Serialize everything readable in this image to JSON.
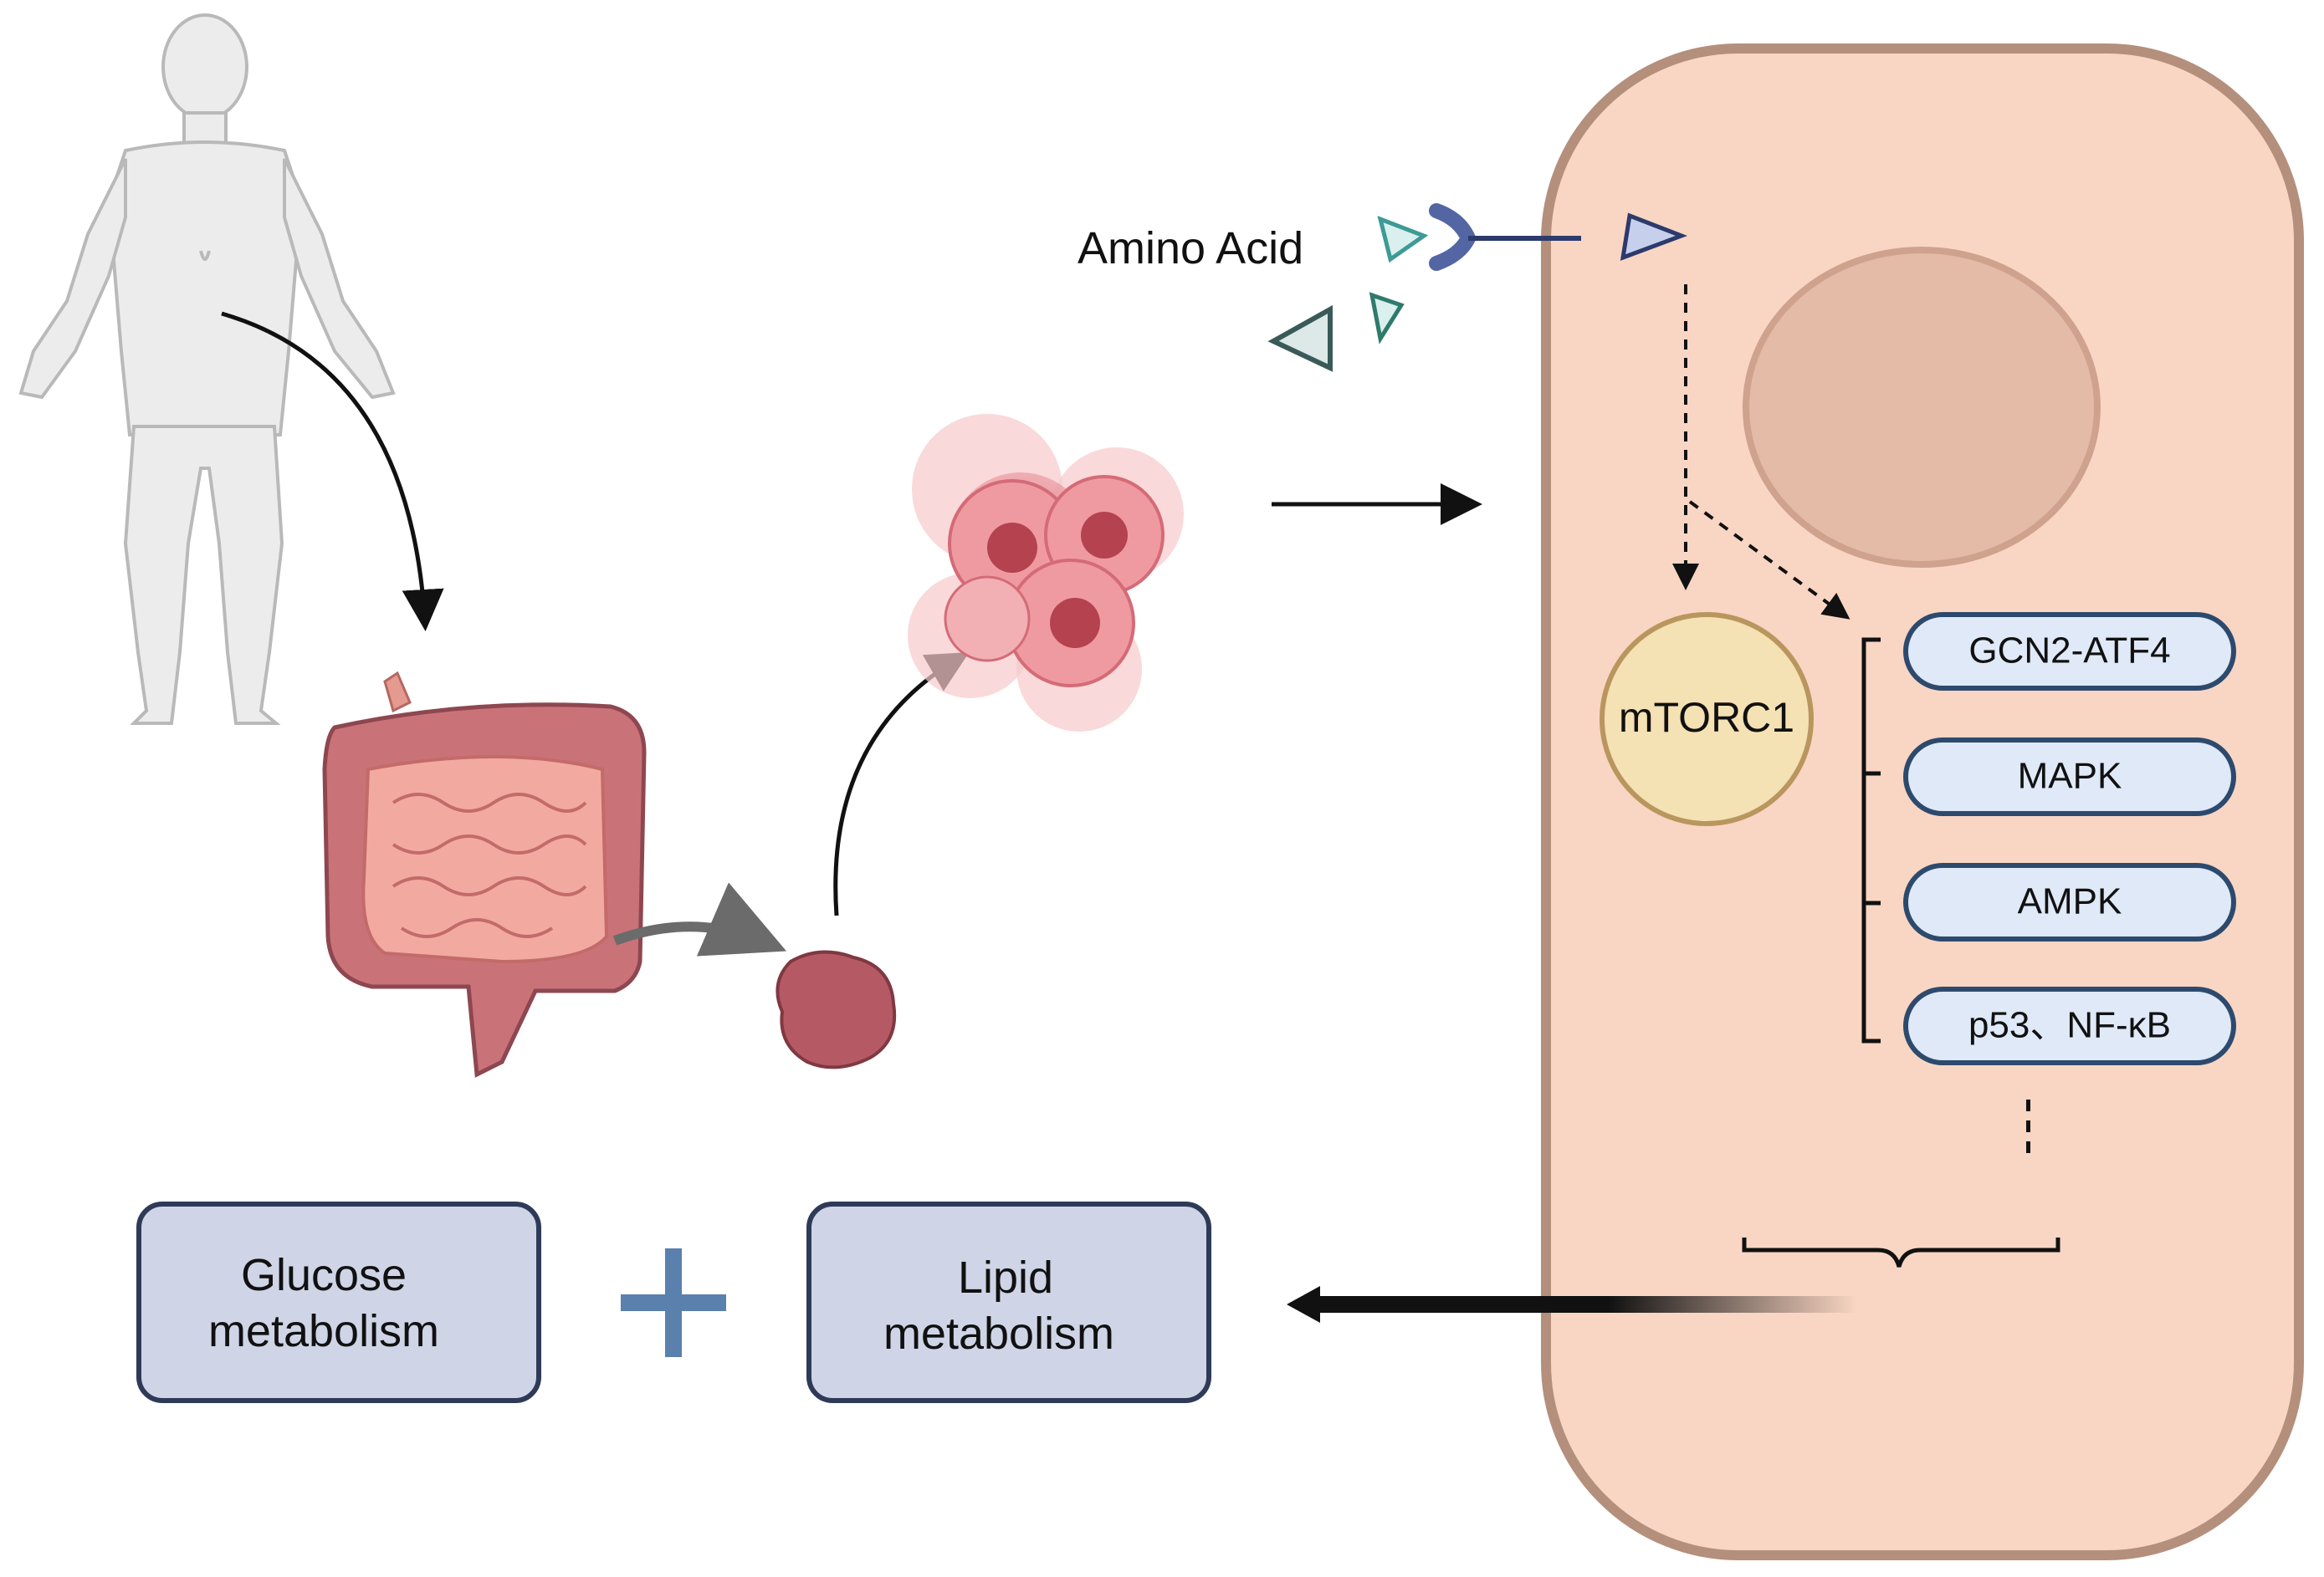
{
  "amino_acid_label": "Amino Acid",
  "mtorc1_label": "mTORC1",
  "pathways": [
    "GCN2-ATF4",
    "MAPK",
    "AMPK",
    "p53、NF-κB"
  ],
  "glucose_box": {
    "line1": "Glucose",
    "line2": "metabolism"
  },
  "lipid_box": {
    "line1": "Lipid",
    "line2": "metabolism"
  },
  "colors": {
    "cell_fill": "#f9d6c3",
    "cell_border": "#b48f7c",
    "nucleus_fill": "#e3bba6",
    "mtorc1_fill": "#f4e1b4",
    "mtorc1_border": "#b9965e",
    "pill_fill": "#dfe9f7",
    "pill_border": "#2d4a6e",
    "metab_box_fill": "#cfd5e7",
    "metab_box_border": "#2e3a58",
    "plus": "#5a80ad",
    "receptor": "#5465a4"
  }
}
